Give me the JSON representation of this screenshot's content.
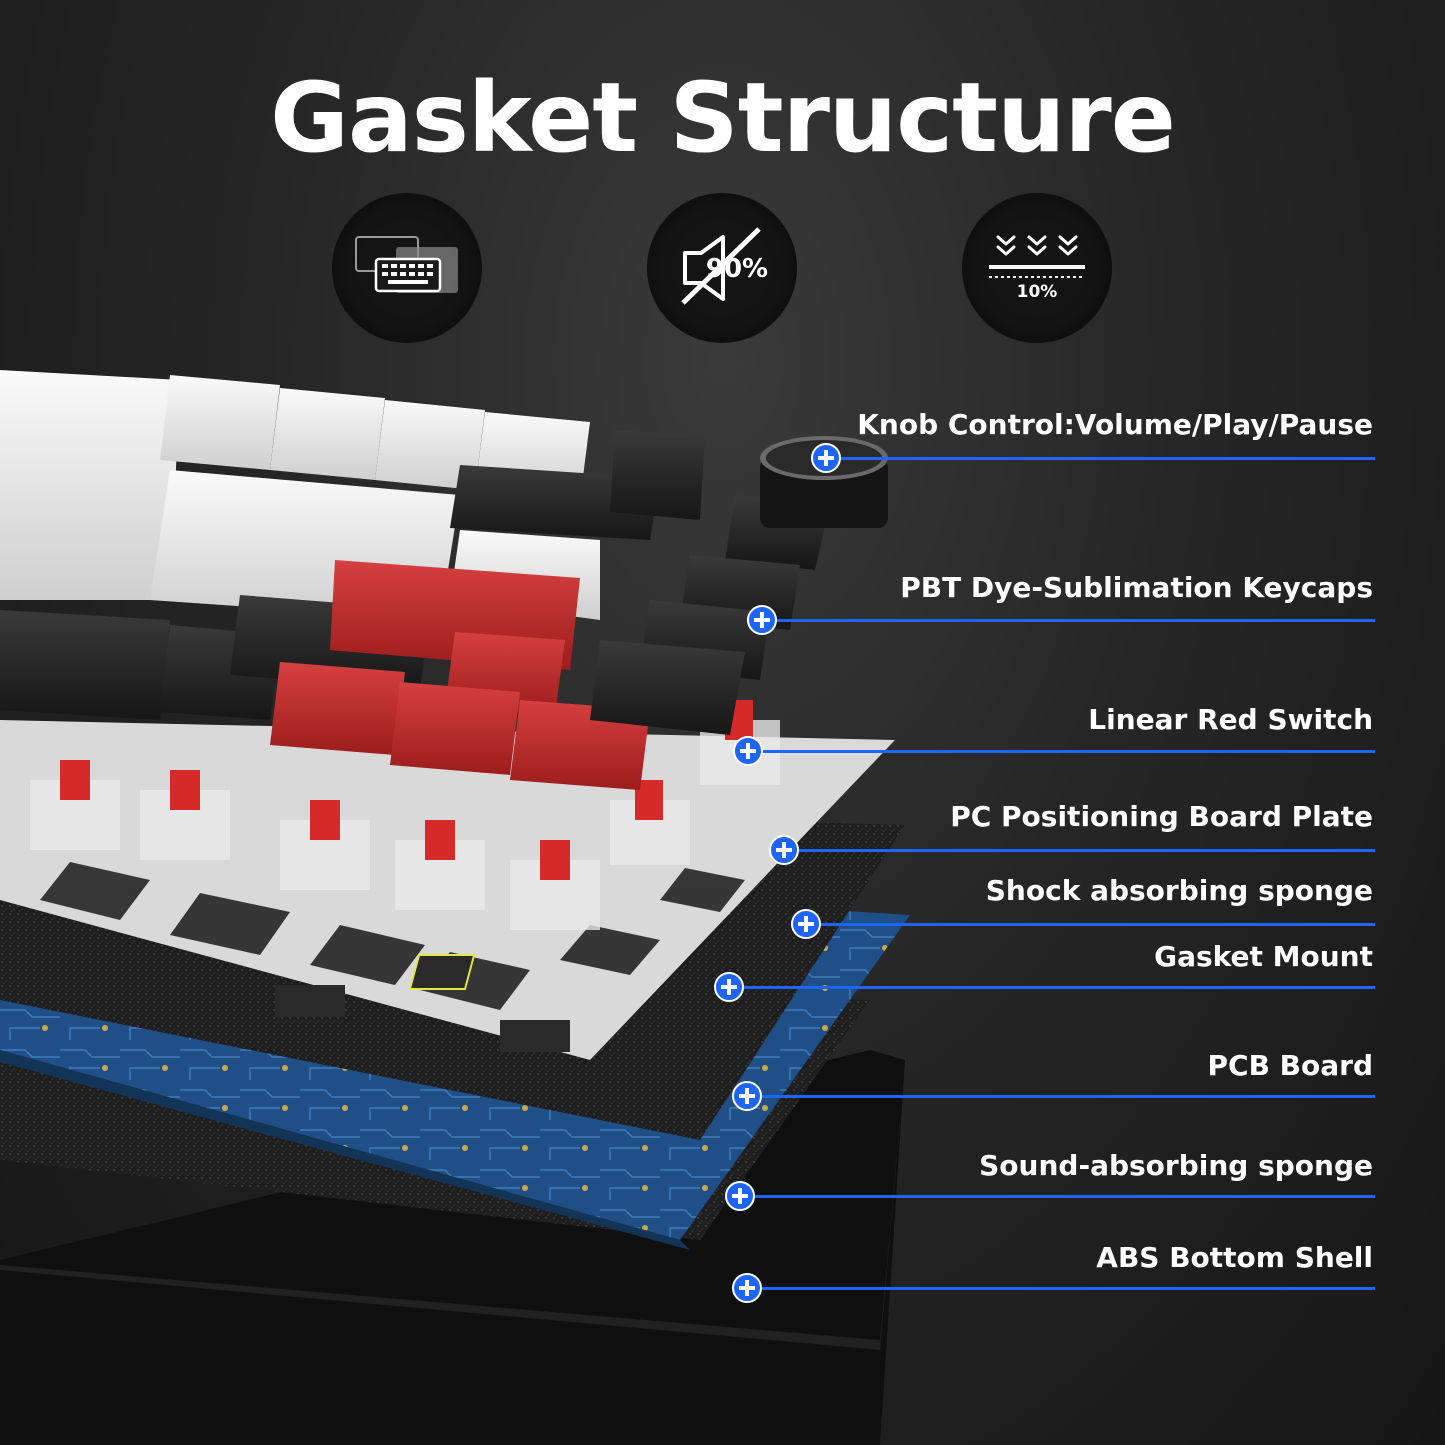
{
  "title": "Gasket Structure",
  "features": [
    {
      "icon": "keyboard-layers-icon"
    },
    {
      "icon": "noise-reduction-icon",
      "text": "90%"
    },
    {
      "icon": "compression-icon",
      "text": "10%"
    }
  ],
  "layers": [
    {
      "label": "Knob Control:Volume/Play/Pause"
    },
    {
      "label": "PBT Dye-Sublimation Keycaps"
    },
    {
      "label": "Linear Red Switch"
    },
    {
      "label": "PC Positioning Board Plate"
    },
    {
      "label": "Shock absorbing sponge"
    },
    {
      "label": "Gasket Mount"
    },
    {
      "label": "PCB Board"
    },
    {
      "label": "Sound-absorbing sponge"
    },
    {
      "label": "ABS Bottom Shell"
    }
  ],
  "colors": {
    "accent": "#1e64ff",
    "switch_red": "#d42a2a",
    "pcb_blue": "#1f4f86"
  }
}
